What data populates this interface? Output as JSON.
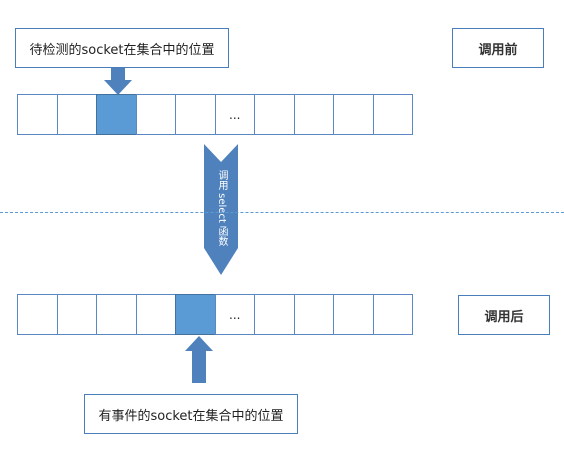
{
  "top": {
    "label": "待检测的socket在集合中的位置",
    "tag": "调用前",
    "cells": [
      "",
      "",
      "",
      "",
      "",
      "...",
      "",
      "",
      "",
      ""
    ],
    "active_index": 2
  },
  "middle": {
    "arrow_text": "调用 select 函数"
  },
  "bottom": {
    "label": "有事件的socket在集合中的位置",
    "tag": "调用后",
    "cells": [
      "",
      "",
      "",
      "",
      "",
      "...",
      "",
      "",
      "",
      ""
    ],
    "active_index": 4
  },
  "colors": {
    "accent": "#5b9bd5",
    "arrow": "#4f81bd",
    "border": "#4a7ebb"
  }
}
